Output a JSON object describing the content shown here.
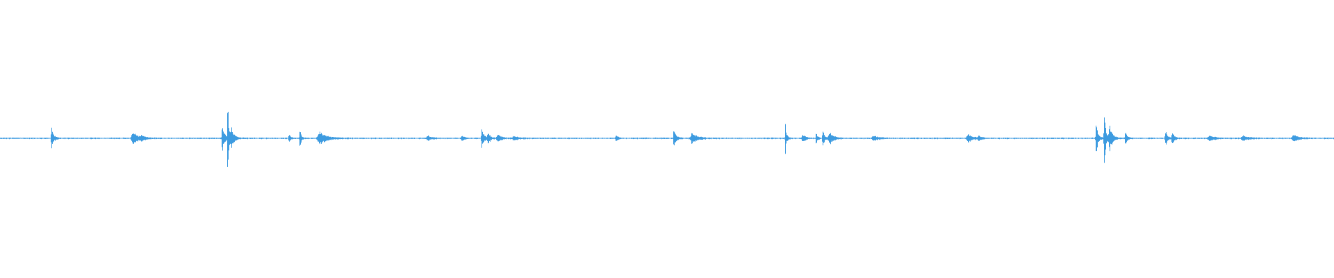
{
  "waveform": {
    "color": "#3d9be0",
    "background": "#ffffff",
    "baseline_amplitude": 0.004,
    "bursts": [
      {
        "t": 0.0385,
        "amp": 0.09,
        "spread": 0.0015
      },
      {
        "t": 0.0995,
        "amp": 0.05,
        "spread": 0.004
      },
      {
        "t": 0.106,
        "amp": 0.02,
        "spread": 0.002
      },
      {
        "t": 0.1665,
        "amp": 0.13,
        "spread": 0.0015
      },
      {
        "t": 0.1705,
        "amp": 0.3,
        "spread": 0.001
      },
      {
        "t": 0.1735,
        "amp": 0.08,
        "spread": 0.002
      },
      {
        "t": 0.2165,
        "amp": 0.03,
        "spread": 0.0015
      },
      {
        "t": 0.2245,
        "amp": 0.08,
        "spread": 0.001
      },
      {
        "t": 0.2395,
        "amp": 0.05,
        "spread": 0.005
      },
      {
        "t": 0.3205,
        "amp": 0.02,
        "spread": 0.003
      },
      {
        "t": 0.346,
        "amp": 0.02,
        "spread": 0.002
      },
      {
        "t": 0.361,
        "amp": 0.09,
        "spread": 0.0015
      },
      {
        "t": 0.3655,
        "amp": 0.06,
        "spread": 0.0015
      },
      {
        "t": 0.373,
        "amp": 0.03,
        "spread": 0.003
      },
      {
        "t": 0.385,
        "amp": 0.015,
        "spread": 0.004
      },
      {
        "t": 0.4615,
        "amp": 0.03,
        "spread": 0.0015
      },
      {
        "t": 0.505,
        "amp": 0.08,
        "spread": 0.0015
      },
      {
        "t": 0.5185,
        "amp": 0.04,
        "spread": 0.004
      },
      {
        "t": 0.5885,
        "amp": 0.15,
        "spread": 0.0008
      },
      {
        "t": 0.6015,
        "amp": 0.03,
        "spread": 0.002
      },
      {
        "t": 0.6115,
        "amp": 0.05,
        "spread": 0.001
      },
      {
        "t": 0.6165,
        "amp": 0.09,
        "spread": 0.001
      },
      {
        "t": 0.6215,
        "amp": 0.05,
        "spread": 0.003
      },
      {
        "t": 0.6545,
        "amp": 0.02,
        "spread": 0.004
      },
      {
        "t": 0.7255,
        "amp": 0.03,
        "spread": 0.004
      },
      {
        "t": 0.7335,
        "amp": 0.02,
        "spread": 0.0015
      },
      {
        "t": 0.8215,
        "amp": 0.12,
        "spread": 0.0015
      },
      {
        "t": 0.8275,
        "amp": 0.3,
        "spread": 0.001
      },
      {
        "t": 0.8315,
        "amp": 0.12,
        "spread": 0.002
      },
      {
        "t": 0.8435,
        "amp": 0.05,
        "spread": 0.0015
      },
      {
        "t": 0.8735,
        "amp": 0.06,
        "spread": 0.0015
      },
      {
        "t": 0.8785,
        "amp": 0.06,
        "spread": 0.0015
      },
      {
        "t": 0.9065,
        "amp": 0.02,
        "spread": 0.004
      },
      {
        "t": 0.9315,
        "amp": 0.02,
        "spread": 0.004
      },
      {
        "t": 0.9695,
        "amp": 0.025,
        "spread": 0.004
      }
    ]
  }
}
